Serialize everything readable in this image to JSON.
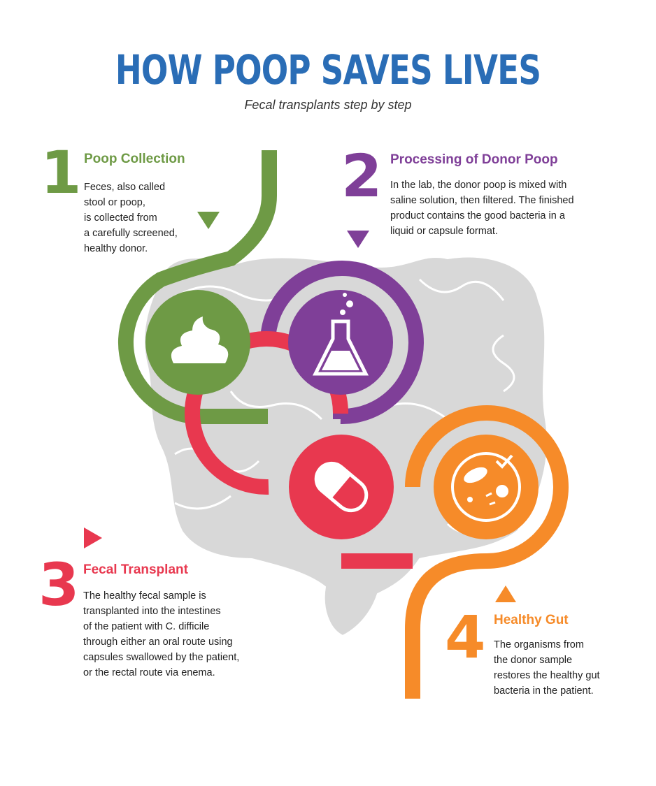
{
  "header": {
    "title": "HOW POOP SAVES LIVES",
    "subtitle": "Fecal transplants step by step"
  },
  "colors": {
    "title": "#2a6db6",
    "step1": "#6e9a45",
    "step2": "#7f3f98",
    "step3": "#e8384f",
    "step4": "#f68b29",
    "intestine": "#d8d8d8"
  },
  "steps": [
    {
      "number": "1",
      "title": "Poop Collection",
      "lines": [
        "Feces, also called",
        "stool or poop,",
        "is collected from",
        "a carefully screened,",
        "healthy donor."
      ],
      "icon": "poop-icon"
    },
    {
      "number": "2",
      "title": "Processing of Donor Poop",
      "lines": [
        "In the lab, the donor poop is mixed with",
        "saline solution, then filtered. The finished",
        "product contains the good bacteria in a",
        "liquid or capsule format."
      ],
      "icon": "flask-icon"
    },
    {
      "number": "3",
      "title": "Fecal Transplant",
      "lines": [
        "The healthy fecal sample is",
        "transplanted into the intestines",
        "of the patient with C. difficile",
        "through either an oral route using",
        "capsules swallowed by the patient,",
        "or the rectal route via enema."
      ],
      "icon": "capsule-icon"
    },
    {
      "number": "4",
      "title": "Healthy Gut",
      "lines": [
        "The organisms from",
        "the donor sample",
        "restores the healthy gut",
        "bacteria in the patient."
      ],
      "icon": "bacteria-dish-icon"
    }
  ]
}
